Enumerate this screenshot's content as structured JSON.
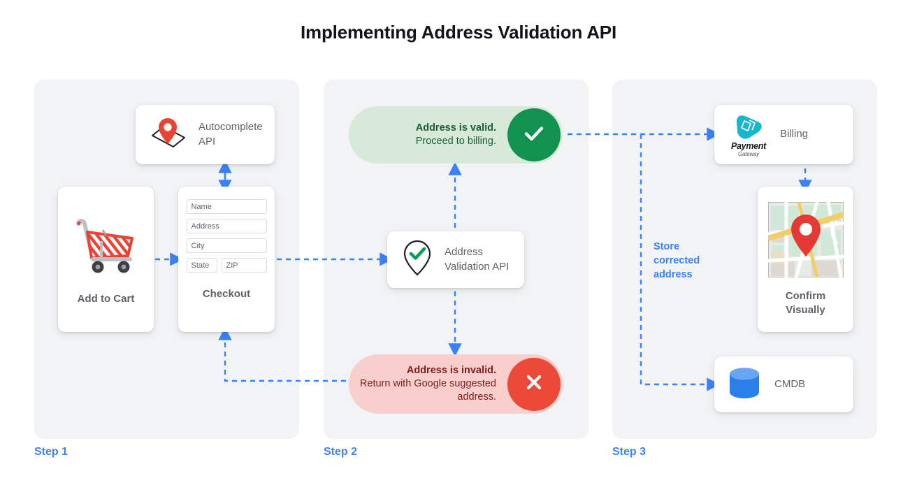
{
  "page": {
    "title": "Implementing Address Validation API",
    "accent_blue": "#3b82f6",
    "panel_bg": "#f1f3f4",
    "valid_bg": "#d7ead9",
    "valid_badge": "#12924f",
    "invalid_bg": "#f8cfcd",
    "invalid_badge": "#ea4a37"
  },
  "steps": [
    {
      "label": "Step 1"
    },
    {
      "label": "Step 2"
    },
    {
      "label": "Step 3"
    }
  ],
  "step1": {
    "autocomplete_card": {
      "label": "Autocomplete\nAPI",
      "icon": "map-pin-envelope-icon"
    },
    "cart_card": {
      "title": "Add to Cart",
      "icon": "shopping-cart-icon"
    },
    "checkout_card": {
      "title": "Checkout",
      "fields": [
        {
          "name": "name-field",
          "placeholder": "Name"
        },
        {
          "name": "address-field",
          "placeholder": "Address"
        },
        {
          "name": "city-field",
          "placeholder": "City"
        },
        {
          "name": "state-field",
          "placeholder": "State"
        },
        {
          "name": "zip-field",
          "placeholder": "ZIP"
        }
      ]
    }
  },
  "step2": {
    "valid_pill": {
      "heading": "Address is valid.",
      "body": "Proceed to billing.",
      "badge_icon": "check-icon"
    },
    "invalid_pill": {
      "heading": "Address is invalid.",
      "body": "Return with Google\nsuggested address.",
      "badge_icon": "close-icon"
    },
    "validation_card": {
      "label": "Address\nValidation API",
      "icon": "map-pin-check-icon"
    }
  },
  "step3": {
    "billing_card": {
      "label": "Billing",
      "logo_name": "Payment",
      "logo_sub": "Gateway",
      "icon": "payment-gateway-icon"
    },
    "map_card": {
      "title": "Confirm\nVisually",
      "icon": "map-thumbnail-icon"
    },
    "cmdb_card": {
      "label": "CMDB",
      "icon": "database-icon"
    },
    "store_label": "Store\ncorrected\naddress"
  }
}
